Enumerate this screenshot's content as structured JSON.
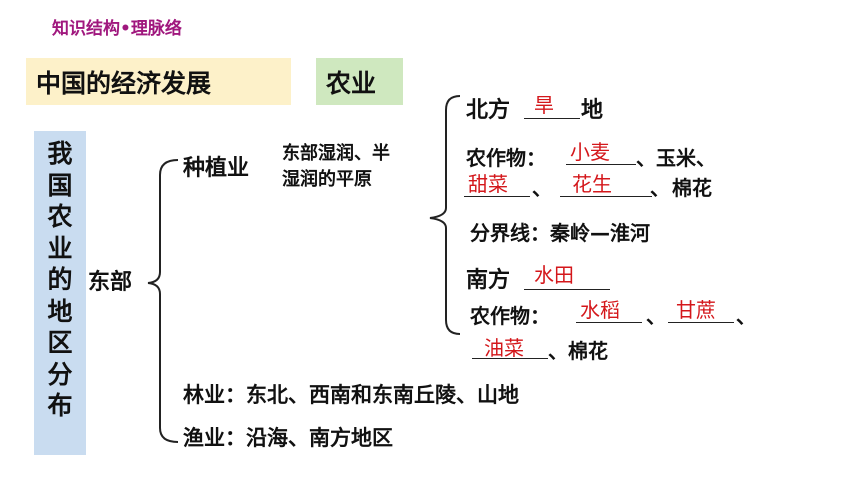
{
  "header": "知识结构•理脉络",
  "title": "中国的经济发展",
  "tag": "农业",
  "vertical_title": [
    "我",
    "国",
    "农",
    "业",
    "的",
    "地",
    "区",
    "分",
    "布"
  ],
  "east": "东部",
  "planting": "种植业",
  "planting_desc_1": "东部湿润、半",
  "planting_desc_2": "湿润的平原",
  "north": {
    "prefix": "北方",
    "answer": "旱",
    "suffix": "地",
    "crops_label": "农作物：",
    "answers": [
      "小麦",
      "甜菜",
      "花生"
    ],
    "sep": "、",
    "tail_line1": "、玉米、",
    "tail_line2": "棉花"
  },
  "boundary": "分界线：秦岭—淮河",
  "south": {
    "prefix": "南方",
    "answer": "水田",
    "crops_label": "农作物：",
    "answers": [
      "水稻",
      "甘蔗",
      "油菜"
    ],
    "sep": "、",
    "tail": "、棉花"
  },
  "forestry": "林业：东北、西南和东南丘陵、山地",
  "fishery": "渔业：沿海、南方地区",
  "colors": {
    "header": "#a0187e",
    "answer": "#d4171b",
    "title_bg": "#fdf1c9",
    "tag_bg": "#cfe8bf",
    "side_bg": "#c9dcf0"
  }
}
